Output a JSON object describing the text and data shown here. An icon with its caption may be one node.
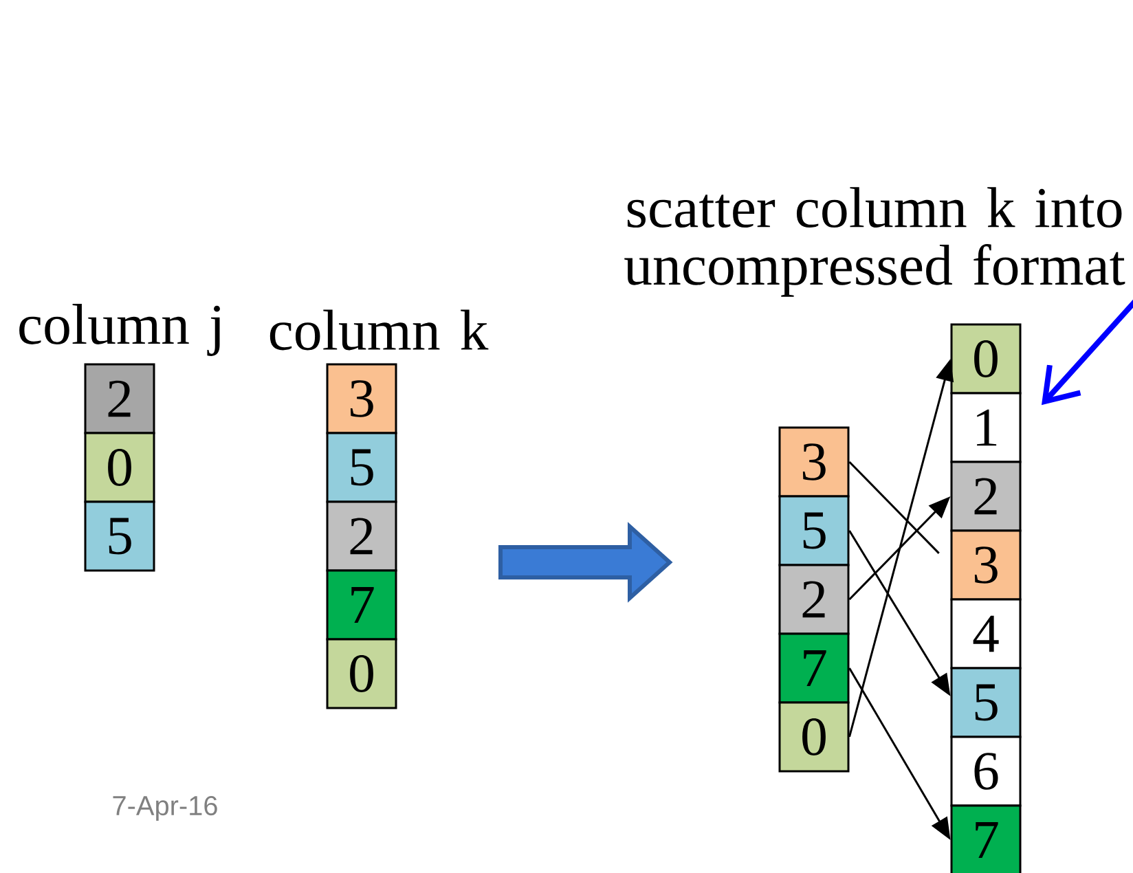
{
  "diagram": {
    "nodes": [
      {
        "text": [
          "2"
        ]
      },
      {
        "text": [
          "0"
        ]
      },
      {
        "text": [
          "5"
        ]
      },
      {
        "text": [
          "3"
        ]
      },
      {
        "text": [
          "5"
        ]
      },
      {
        "text": [
          "2"
        ]
      },
      {
        "text": [
          "7"
        ]
      },
      {
        "text": [
          "0"
        ]
      },
      {
        "text": [
          "3"
        ]
      },
      {
        "text": [
          "5"
        ]
      },
      {
        "text": [
          "2"
        ]
      },
      {
        "text": [
          "7"
        ]
      },
      {
        "text": [
          "0"
        ]
      },
      {
        "text": [
          "0"
        ]
      },
      {
        "text": [
          "1"
        ]
      },
      {
        "text": [
          "2"
        ]
      },
      {
        "text": [
          "3"
        ]
      },
      {
        "text": [
          "4"
        ]
      },
      {
        "text": [
          "5"
        ]
      },
      {
        "text": [
          "6"
        ]
      },
      {
        "text": [
          "7"
        ]
      }
    ],
    "edges": [
      {
        "from": 8,
        "to": 16,
        "arrow": "none"
      },
      {
        "from": 9,
        "to": 18,
        "arrow": "to"
      },
      {
        "from": 10,
        "to": 15,
        "arrow": "to"
      },
      {
        "from": 11,
        "to": 20,
        "arrow": "to"
      },
      {
        "from": 12,
        "to": 13,
        "arrow": "to"
      },
      {
        "from": null,
        "to": 14,
        "arrow": "to",
        "style": "thick",
        "color": "#0000ff"
      }
    ],
    "labels": [
      "column j",
      "column k",
      "scatter column k into uncompressed format",
      "7-Apr-16"
    ]
  }
}
